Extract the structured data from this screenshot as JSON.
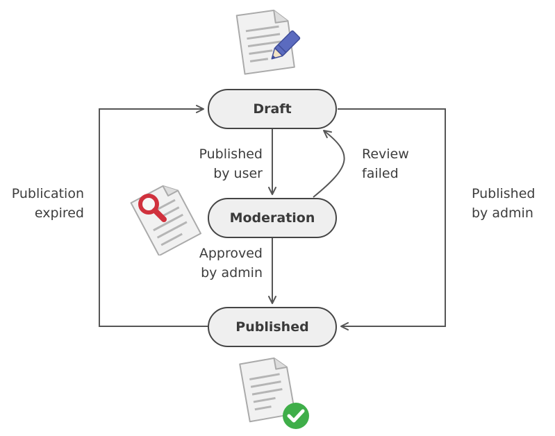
{
  "states": {
    "draft": "Draft",
    "moderation": "Moderation",
    "published": "Published"
  },
  "transitions": {
    "published_by_user": [
      "Published",
      "by user"
    ],
    "review_failed": [
      "Review",
      "failed"
    ],
    "approved_by_admin": [
      "Approved",
      "by admin"
    ],
    "publication_expired": [
      "Publication",
      "expired"
    ],
    "published_by_admin": [
      "Published",
      "by admin"
    ]
  },
  "icons": {
    "draft": "document-pencil-icon",
    "moderation": "document-magnifier-icon",
    "published": "document-checkmark-icon"
  },
  "colors": {
    "line": "#555555",
    "state_fill": "#efefef",
    "pencil": "#5b6bbf",
    "magnifier": "#d0313d",
    "check": "#3fae49"
  }
}
